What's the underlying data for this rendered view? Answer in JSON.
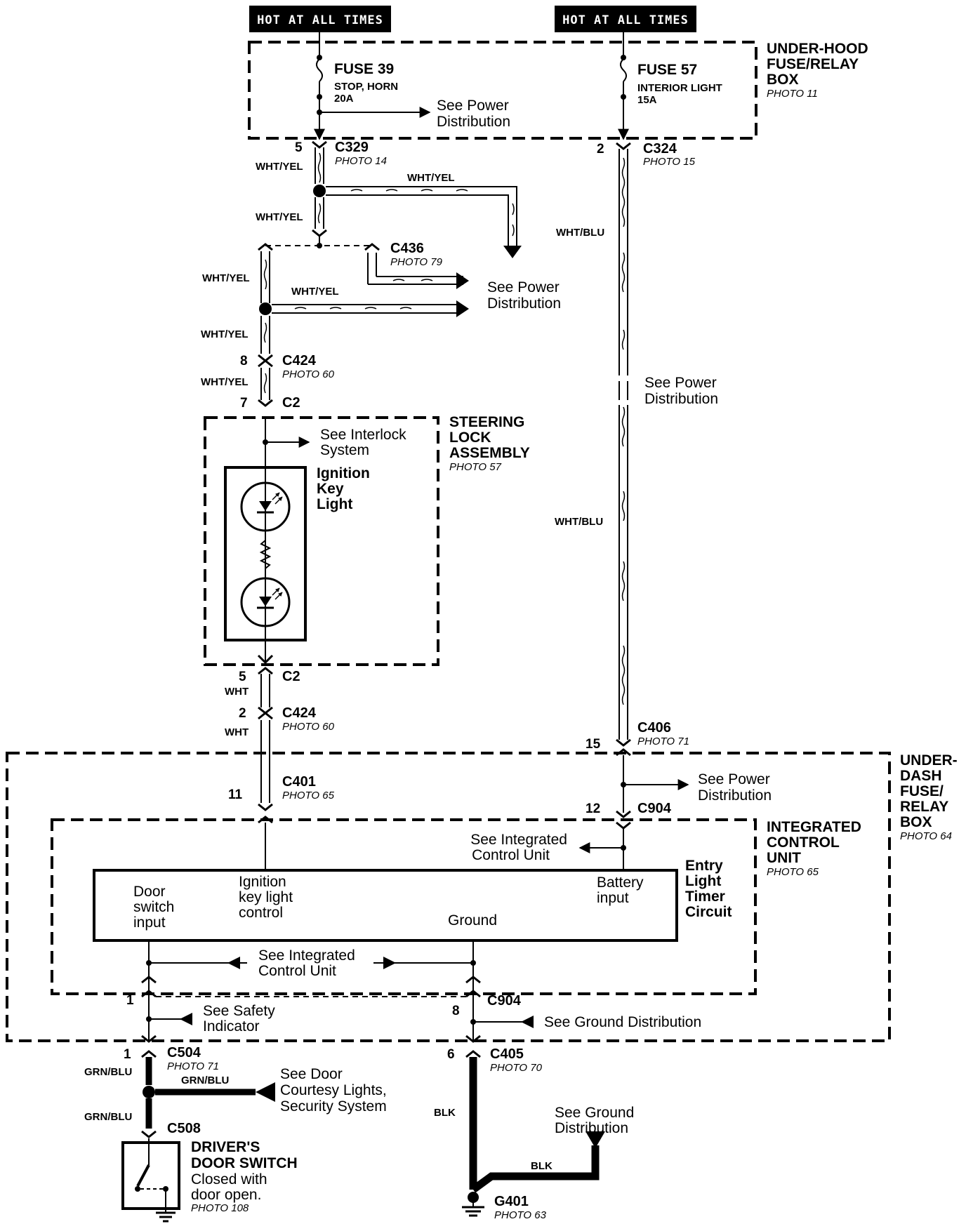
{
  "headers": {
    "hot_left": "HOT AT ALL TIMES",
    "hot_right": "HOT AT ALL TIMES"
  },
  "under_hood_box": {
    "line1": "UNDER-HOOD",
    "line2": "FUSE/RELAY",
    "line3": "BOX",
    "photo": "PHOTO 11"
  },
  "fuse39": {
    "name": "FUSE 39",
    "desc": "STOP, HORN",
    "rating": "20A"
  },
  "fuse57": {
    "name": "FUSE 57",
    "desc": "INTERIOR LIGHT",
    "rating": "15A"
  },
  "see_power_dist": {
    "line1": "See Power",
    "line2": "Distribution"
  },
  "c329": {
    "pin": "5",
    "name": "C329",
    "photo": "PHOTO 14"
  },
  "c324": {
    "pin": "2",
    "name": "C324",
    "photo": "PHOTO 15"
  },
  "wires": {
    "wht_yel": "WHT/YEL",
    "wht_blu": "WHT/BLU",
    "wht": "WHT",
    "grn_blu": "GRN/BLU",
    "blk": "BLK"
  },
  "c436": {
    "name": "C436",
    "photo": "PHOTO 79"
  },
  "c424_top": {
    "pin": "8",
    "name": "C424",
    "photo": "PHOTO 60"
  },
  "c2_top": {
    "pin": "7",
    "name": "C2"
  },
  "steering": {
    "line1": "STEERING",
    "line2": "LOCK",
    "line3": "ASSEMBLY",
    "photo": "PHOTO 57"
  },
  "interlock": {
    "line1": "See Interlock",
    "line2": "System"
  },
  "ignition_light": {
    "line1": "Ignition",
    "line2": "Key",
    "line3": "Light"
  },
  "c2_bottom": {
    "pin": "5",
    "name": "C2"
  },
  "c424_bottom": {
    "pin": "2",
    "name": "C424",
    "photo": "PHOTO 60"
  },
  "c406": {
    "pin": "15",
    "name": "C406",
    "photo": "PHOTO 71"
  },
  "under_dash_box": {
    "line1": "UNDER-",
    "line2": "DASH",
    "line3": "FUSE/",
    "line4": "RELAY",
    "line5": "BOX",
    "photo": "PHOTO 64"
  },
  "c401": {
    "pin": "11",
    "name": "C401",
    "photo": "PHOTO 65"
  },
  "c904_top": {
    "pin": "12",
    "name": "C904"
  },
  "icu": {
    "line1": "INTEGRATED",
    "line2": "CONTROL",
    "line3": "UNIT",
    "photo": "PHOTO 65"
  },
  "see_icu": {
    "line1": "See Integrated",
    "line2": "Control Unit"
  },
  "see_icu_bottom": {
    "line1": "See  Integrated",
    "line2": "Control Unit"
  },
  "circuit": {
    "door_in": [
      "Door",
      "switch",
      "input"
    ],
    "ign_ctrl": [
      "Ignition",
      "key light",
      "control"
    ],
    "battery": [
      "Battery",
      "input"
    ],
    "ground": "Ground",
    "title": [
      "Entry",
      "Light",
      "Timer",
      "Circuit"
    ]
  },
  "c904_bottom": {
    "pin_left": "1",
    "pin_right": "8",
    "name": "C904"
  },
  "see_safety": {
    "line1": "See Safety",
    "line2": "Indicator"
  },
  "see_ground": "See Ground Distribution",
  "c504": {
    "pin": "1",
    "name": "C504",
    "photo": "PHOTO 71"
  },
  "c405": {
    "pin": "6",
    "name": "C405",
    "photo": "PHOTO 70"
  },
  "door_courtesy": {
    "line1": "See Door",
    "line2": "Courtesy Lights,",
    "line3": "Security System"
  },
  "c508": {
    "name": "C508"
  },
  "see_ground2": {
    "line1": "See Ground",
    "line2": "Distribution"
  },
  "door_switch": {
    "line1": "DRIVER'S",
    "line2": "DOOR SWITCH",
    "line3": "Closed with",
    "line4": "door open.",
    "photo": "PHOTO 108"
  },
  "g401": {
    "name": "G401",
    "photo": "PHOTO 63"
  }
}
